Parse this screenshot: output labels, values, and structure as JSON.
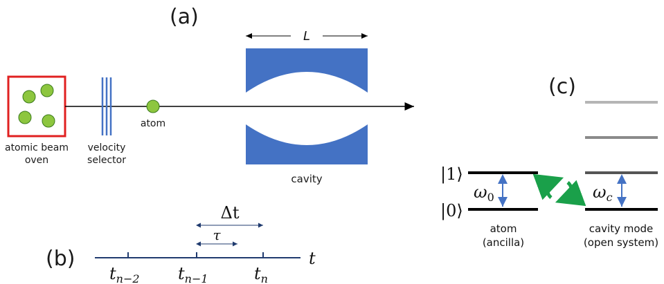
{
  "panels": {
    "a": "(a)",
    "b": "(b)",
    "c": "(c)"
  },
  "panel_a": {
    "oven_label_1": "atomic beam",
    "oven_label_2": "oven",
    "selector_label_1": "velocity",
    "selector_label_2": "selector",
    "atom_label": "atom",
    "cavity_label": "cavity",
    "length_label": "L"
  },
  "panel_b": {
    "delta_t": "Δt",
    "tau": "τ",
    "t_axis": "t",
    "ticks": [
      {
        "base": "t",
        "sub": "n−2"
      },
      {
        "base": "t",
        "sub": "n−1"
      },
      {
        "base": "t",
        "sub": "n"
      }
    ]
  },
  "panel_c": {
    "ket_1": "|1⟩",
    "ket_0": "|0⟩",
    "omega_0_base": "ω",
    "omega_0_sub": "0",
    "omega_c_base": "ω",
    "omega_c_sub": "c",
    "atom_label_1": "atom",
    "atom_label_2": "(ancilla)",
    "mode_label_1": "cavity mode",
    "mode_label_2": "(open system)"
  },
  "colors": {
    "oven_border": "#e02020",
    "atom_fill": "#8dc63f",
    "mirror_blue": "#4472c4",
    "exchange_green": "#1aa04a",
    "level_black": "#000000",
    "level_grey_1": "#555555",
    "level_grey_2": "#8a8a8a",
    "level_grey_3": "#b5b5b5"
  }
}
